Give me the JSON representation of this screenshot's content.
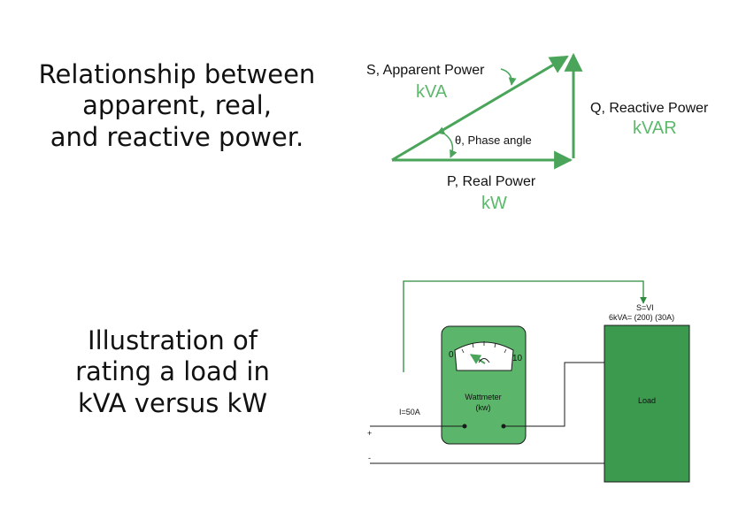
{
  "colors": {
    "arrow": "#4aa55a",
    "label_green": "#5cb86b",
    "meter_body": "#5bb56a",
    "load_box": "#3b9a4e",
    "wire": "#1a1a1a",
    "feedback_wire": "#2f8a3f"
  },
  "top_heading": {
    "lines": [
      "Relationship between",
      "apparent, real,",
      "and reactive power."
    ]
  },
  "bottom_heading": {
    "lines": [
      "Illustration of",
      "rating a load in",
      "kVA versus kW"
    ]
  },
  "power_triangle": {
    "apparent": {
      "name": "S, Apparent Power",
      "unit": "kVA"
    },
    "reactive": {
      "name": "Q, Reactive Power",
      "unit": "kVAR"
    },
    "real": {
      "name": "P, Real Power",
      "unit": "kW"
    },
    "phase_angle": "θ, Phase angle"
  },
  "circuit": {
    "formula": "S=VI",
    "rating": "6kVA= (200) (30A)",
    "current": "I=50A",
    "plus": "+",
    "minus": "-",
    "wattmeter_label": "Wattmeter",
    "wattmeter_unit": "(kw)",
    "scale_min": "0",
    "scale_max": "10",
    "load_label": "Load"
  }
}
